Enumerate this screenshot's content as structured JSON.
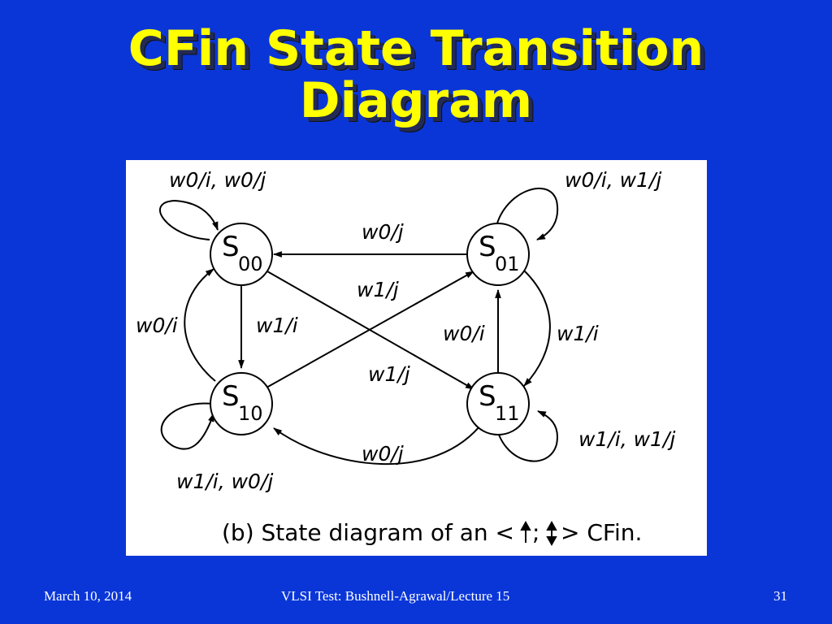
{
  "slide": {
    "title_line1": "CFin State Transition",
    "title_line2": "Diagram"
  },
  "diagram": {
    "states": [
      {
        "id": "s00",
        "main": "S",
        "sub": "00"
      },
      {
        "id": "s01",
        "main": "S",
        "sub": "01"
      },
      {
        "id": "s10",
        "main": "S",
        "sub": "10"
      },
      {
        "id": "s11",
        "main": "S",
        "sub": "11"
      }
    ],
    "labels": {
      "self_s00": "w0/i, w0/j",
      "self_s01": "w0/i, w1/j",
      "self_s10": "w1/i, w0/j",
      "self_s11": "w1/i, w1/j",
      "s01_to_s00": "w0/j",
      "s10_to_s01": "w1/j",
      "s10_to_s00": "w0/i",
      "s00_to_s10": "w1/i",
      "s11_to_s01": "w0/i",
      "s01_to_s11": "w1/i",
      "s00_to_s11": "w1/j",
      "s11_to_s10": "w0/j"
    },
    "caption_prefix": "(b) State diagram of an <",
    "caption_mid": ";",
    "caption_suffix": ">  CFin."
  },
  "footer": {
    "date": "March 10, 2014",
    "center": "VLSI Test: Bushnell-Agrawal/Lecture 15",
    "page": "31"
  }
}
